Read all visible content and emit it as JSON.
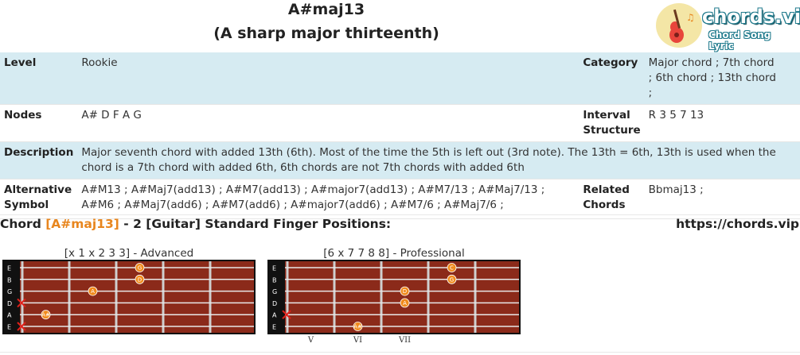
{
  "header": {
    "title": "A#maj13",
    "subtitle": "(A sharp major thirteenth)"
  },
  "logo": {
    "brand": "chords.vip",
    "tagline": "Chord Song Lyric",
    "icon": "guitar-icon"
  },
  "info": {
    "level_label": "Level",
    "level": "Rookie",
    "category_label": "Category",
    "category": "Major chord ; 7th chord ; 6th chord ; 13th chord ;",
    "nodes_label": "Nodes",
    "nodes": "A# D F A G",
    "interval_label": "Interval Structure",
    "interval": "R 3 5 7 13",
    "description_label": "Description",
    "description": "Major seventh chord with added 13th (6th). Most of the time the 5th is left out (3rd note). The 13th = 6th, 13th is used when the chord is a 7th chord with added 6th, 6th chords are not 7th chords with added 6th",
    "alt_label": "Alternative Symbol",
    "alt": "A#M13 ; A#Maj7(add13) ; A#M7(add13) ; A#major7(add13) ; A#M7/13 ; A#Maj7/13 ; A#M6 ; A#Maj7(add6) ; A#M7(add6) ; A#major7(add6) ; A#M7/6 ; A#Maj7/6 ;",
    "related_label": "Related Chords",
    "related": "Bbmaj13 ;"
  },
  "section": {
    "prefix": "Chord ",
    "chord": "[A#maj13]",
    "suffix": " - 2 [Guitar] Standard Finger Positions:",
    "site": "https://chords.vip"
  },
  "colors": {
    "accent": "#e8861e",
    "row_alt": "#d6ebf2",
    "fretboard": "#8b2a1a",
    "mute": "#e0201a"
  },
  "diagrams": [
    {
      "label": "[x 1 x 2 3 3] - Advanced",
      "string_names": [
        "E",
        "B",
        "G",
        "D",
        "A",
        "E"
      ],
      "mutes": [
        "D",
        "E"
      ],
      "dots": [
        {
          "string": "E",
          "fret": 3,
          "note": "G"
        },
        {
          "string": "B",
          "fret": 3,
          "note": "D"
        },
        {
          "string": "G",
          "fret": 2,
          "note": "A"
        },
        {
          "string": "A",
          "fret": 1,
          "note": "A#"
        }
      ],
      "fret_numbers": []
    },
    {
      "label": "[6 x 7 7 8 8] - Professional",
      "string_names": [
        "E",
        "B",
        "G",
        "D",
        "A",
        "E"
      ],
      "mutes": [
        "A"
      ],
      "dots": [
        {
          "string": "E",
          "fret": 4,
          "note": "C"
        },
        {
          "string": "B",
          "fret": 4,
          "note": "G"
        },
        {
          "string": "G",
          "fret": 3,
          "note": "D"
        },
        {
          "string": "D",
          "fret": 3,
          "note": "A"
        },
        {
          "string": "E",
          "fret": 2,
          "note": "A#",
          "low": true
        }
      ],
      "fret_numbers": [
        "V",
        "VI",
        "VII"
      ]
    }
  ]
}
